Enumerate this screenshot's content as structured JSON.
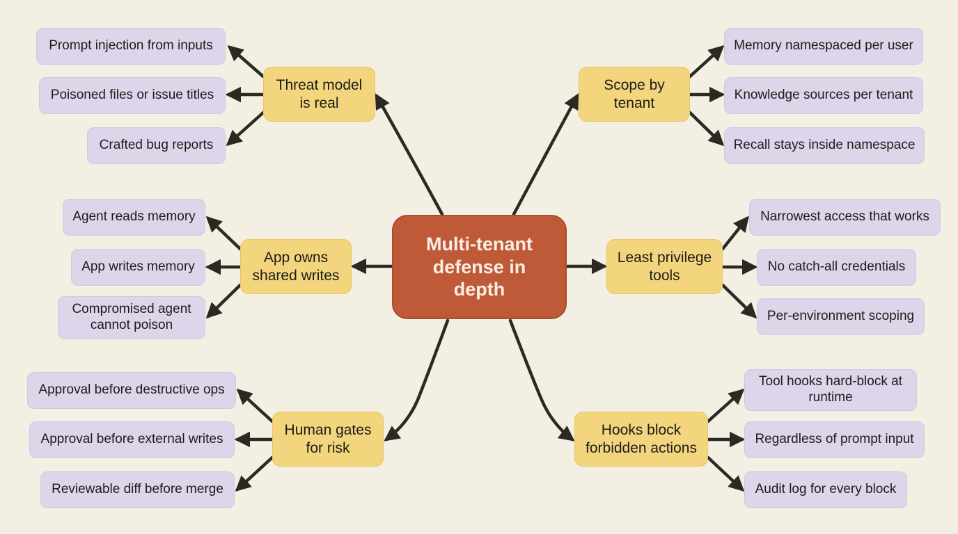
{
  "center": {
    "label": "Multi-tenant defense in depth"
  },
  "branches": [
    {
      "id": "threat",
      "label": "Threat model is real",
      "leaves": [
        "Prompt injection from inputs",
        "Poisoned files or issue titles",
        "Crafted bug reports"
      ]
    },
    {
      "id": "scope",
      "label": "Scope by tenant",
      "leaves": [
        "Memory namespaced per user",
        "Knowledge sources per tenant",
        "Recall stays inside namespace"
      ]
    },
    {
      "id": "app",
      "label": "App owns shared writes",
      "leaves": [
        "Agent reads memory",
        "App writes memory",
        "Compromised agent cannot poison"
      ]
    },
    {
      "id": "least",
      "label": "Least privilege tools",
      "leaves": [
        "Narrowest access that works",
        "No catch-all credentials",
        "Per-environment scoping"
      ]
    },
    {
      "id": "human",
      "label": "Human gates for risk",
      "leaves": [
        "Approval before destructive ops",
        "Approval before external writes",
        "Reviewable diff before merge"
      ]
    },
    {
      "id": "hooks",
      "label": "Hooks block forbidden actions",
      "leaves": [
        "Tool hooks hard-block at runtime",
        "Regardless of prompt input",
        "Audit log for every block"
      ]
    }
  ],
  "colors": {
    "background": "#f3efe3",
    "center_fill": "#bf5a38",
    "branch_fill": "#f2d57c",
    "leaf_fill": "#ddd5ea",
    "arrow": "#2a2a22"
  }
}
